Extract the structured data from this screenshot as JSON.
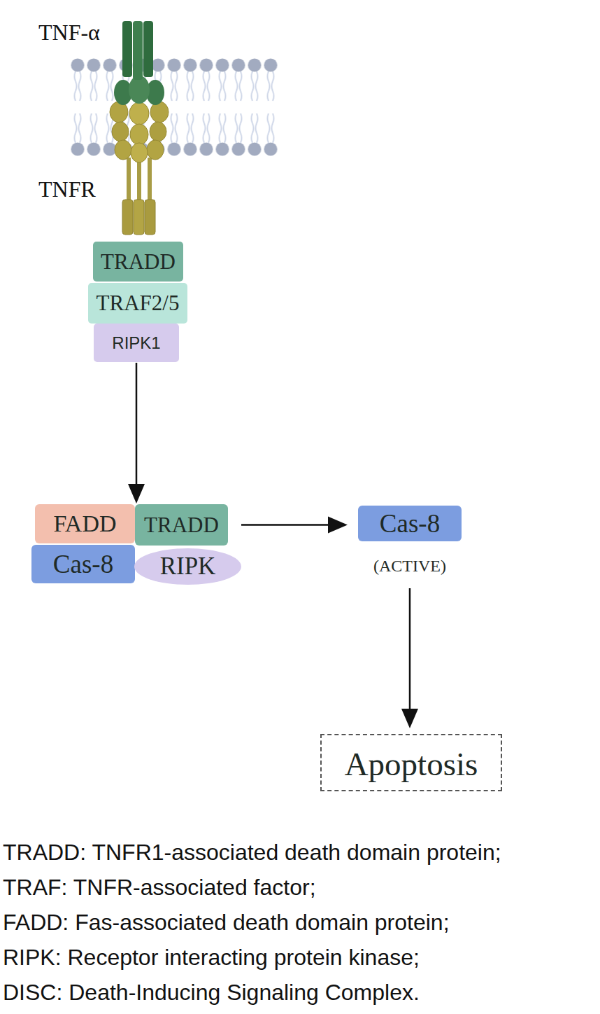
{
  "diagram": {
    "nodes": [
      {
        "text": [
          "TRADD"
        ]
      },
      {
        "text": [
          "TRAF2/5"
        ]
      },
      {
        "text": [
          "RIPK1"
        ]
      },
      {
        "text": [
          "FADD"
        ]
      },
      {
        "text": [
          "TRADD"
        ]
      },
      {
        "text": [
          "Cas-8"
        ]
      },
      {
        "text": [
          "RIPK"
        ]
      },
      {
        "text": [
          "Cas-8",
          "(ACTIVE)"
        ]
      },
      {
        "text": [
          "Apoptosis"
        ]
      }
    ],
    "edges": [
      {
        "from": 2,
        "to": 3,
        "arrow": "to"
      },
      {
        "from": 4,
        "to": 7,
        "arrow": "to"
      },
      {
        "from": 7,
        "to": 8,
        "arrow": "to"
      }
    ],
    "labels": [
      "TNF-α",
      "TNFR",
      "TRADD: TNFR1-associated death domain protein;",
      "TRAF: TNFR-associated factor;",
      "FADD: Fas-associated death domain protein;",
      "RIPK: Receptor interacting protein kinase;",
      "DISC: Death-Inducing Signaling Complex."
    ]
  }
}
